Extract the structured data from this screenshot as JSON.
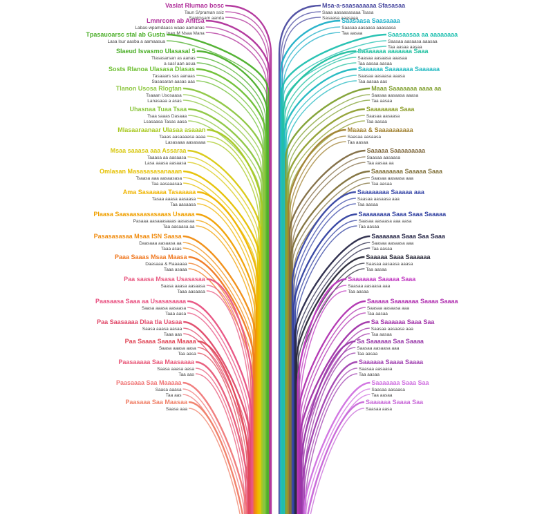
{
  "colors": {
    "background": "#ffffff"
  },
  "left_groups": [
    {
      "color": "#b0309a",
      "label": "Vaslat Rlumao bosc",
      "subs": [
        "Taun S/praman ssiz",
        "Sanimsam aanda"
      ]
    },
    {
      "color": "#b0309a",
      "label": "Lmnrcom ab Anltsa",
      "subs": [
        "Labas-wpamdaass waae aamanas",
        "Ipan M Nsaa Mana"
      ]
    },
    {
      "color": "#4caf2a",
      "label": "Tpasauoarsc stal ab Gusta",
      "subs": [
        "Lasa lsur aasba a aamaasua"
      ]
    },
    {
      "color": "#4caf2a",
      "label": "Slaeud Isvasmo Ulasasal 5",
      "subs": [
        "Tlasasarsan as aanas",
        "a sasl aan asua"
      ]
    },
    {
      "color": "#6cbf30",
      "label": "Sosts Rlanoa Ulasasa Dlasas",
      "subs": [
        "Tasaaars sas aanaas",
        "Sasasaran aasas aas"
      ]
    },
    {
      "color": "#8cc63f",
      "label": "Tlanon Usosa Rlogtan",
      "subs": [
        "Tsaaan Usosaasa",
        "Lanasaaa a asas"
      ]
    },
    {
      "color": "#8cc63f",
      "label": "Uhasnaa Tuaa Tsaa",
      "subs": [
        "Tsaa saaas Dasaaa",
        "Lsasaasa Tasas aasa"
      ]
    },
    {
      "color": "#a8c820",
      "label": "Mlasaaraanaar Ulasaa asaaan",
      "subs": [
        "Taaas aasaaaasa aaaa",
        "Lasasaaa aasasaaa"
      ]
    },
    {
      "color": "#d8c810",
      "label": "Msaa saaasa aaa Assaraa",
      "subs": [
        "Taaasa aa aasaasa",
        "Lasa aaasa aasaasa"
      ]
    },
    {
      "color": "#e6c000",
      "label": "Omlasan Masasasasanaaan",
      "subs": [
        "Tsaasa aaa aasaasasa",
        "Taa aasaaasaa"
      ]
    },
    {
      "color": "#f0b400",
      "label": "Ama Sasaaaaa Tasaaaaa",
      "subs": [
        "Tasaa aaasa aasaasa",
        "Taa aasaasa"
      ]
    },
    {
      "color": "#f0a000",
      "label": "Plaasa Saasaasaasasaaas Usaaaa",
      "subs": [
        "Pasaaa aasaaasaaas aasasaa",
        "Taa aasaasa aa"
      ]
    },
    {
      "color": "#f08c10",
      "label": "Pasasasasaa Msaa ISN Saasa",
      "subs": [
        "Daasaaa aasaasa aa",
        "Taaa asas"
      ]
    },
    {
      "color": "#f07820",
      "label": "Paaa Saaas Msaa Maasa",
      "subs": [
        "Daasaaa & Raaaaaa",
        "Taaa asaaa"
      ]
    },
    {
      "color": "#e85880",
      "label": "Paa saasa Msasa Usasasaa",
      "subs": [
        "Saasa aaasa aasaasa",
        "Taaa aasaasa"
      ]
    },
    {
      "color": "#e85080",
      "label": "Paasaasa Saaa aa Usasasaaaa",
      "subs": [
        "Saasa aaasa aasaasa",
        "Taaa aasa"
      ]
    },
    {
      "color": "#e04868",
      "label": "Paa Saasaaaa Dlaa tla Uasaa",
      "subs": [
        "Saasa aaasa aasaa",
        "Taaa aas"
      ]
    },
    {
      "color": "#e04858",
      "label": "Paa Saaaa Saaaa Maaaa",
      "subs": [
        "Saasa aaasa aasa",
        "Taa aasa"
      ]
    },
    {
      "color": "#e85878",
      "label": "Paasaaaaa Saa Maasaaaa",
      "subs": [
        "Saasa aaasa aasa",
        "Taa aas"
      ]
    },
    {
      "color": "#f07878",
      "label": "Paasaaaa Saa Maaaaa",
      "subs": [
        "Saasa aaasa",
        "Taa aas"
      ]
    },
    {
      "color": "#f08068",
      "label": "Paasaaa Saa Maasaa",
      "subs": [
        "Saasa aaa"
      ]
    }
  ],
  "right_groups": [
    {
      "color": "#4a4aa0",
      "label": "Msa-a-saasaaaaaa Sfasasaa",
      "subs": [
        "Saaa aasaasasaaa Tsasa",
        "Sasaasa aaasaaa"
      ]
    },
    {
      "color": "#20b0c8",
      "label": "Saasaasa Saasaaaa",
      "subs": [
        "Saasaa aasaasa aaasaasa",
        "Taa aasaa"
      ]
    },
    {
      "color": "#20c0b0",
      "label": "Saasaasaa aa aaaaaaaa",
      "subs": [
        "Saasaa aasaasa aaasaa",
        "Taa aasaa aasaa"
      ]
    },
    {
      "color": "#20c0a0",
      "label": "Saaaaaaa aaaaaaa Saaa",
      "subs": [
        "Saasaa aasaasa aaasaa",
        "Taa aasaa aasaa"
      ]
    },
    {
      "color": "#20b8c0",
      "label": "Saaaaaa Saaaaaaa Saaaaaa",
      "subs": [
        "Saasaa aasaasa aaasa",
        "Taa aasaa aas"
      ]
    },
    {
      "color": "#80a030",
      "label": "Maaa Saaaaaaa aaaa aa",
      "subs": [
        "Saasaa aasaasa aaasa",
        "Taa aasaa"
      ]
    },
    {
      "color": "#90a030",
      "label": "Saaaaaaaa Saaa",
      "subs": [
        "Saasaa aasaasa",
        "Taa aasaa"
      ]
    },
    {
      "color": "#a08030",
      "label": "Maaaa & Saaaaaaaaaa",
      "subs": [
        "Saasaa aasaasa",
        "Taa aasaa"
      ]
    },
    {
      "color": "#806a40",
      "label": "Saaaaa Saaaaaaaaa",
      "subs": [
        "Saasaa aasaasa",
        "Taa aasaa aa"
      ]
    },
    {
      "color": "#80703a",
      "label": "Saaaaaaaa Saaaaa Saaa",
      "subs": [
        "Saasaa aasaasa aaa",
        "Taa aasaa"
      ]
    },
    {
      "color": "#3848a8",
      "label": "Saaaaaaaa Saaaaa aaa",
      "subs": [
        "Saasaa aasaasa aaa",
        "Taa aasaa"
      ]
    },
    {
      "color": "#3040a0",
      "label": "Saaaaaaaa Saaa Saaa Saaaaa",
      "subs": [
        "Saasaa aasaasa aaa aasa",
        "Taa aasaa"
      ]
    },
    {
      "color": "#282848",
      "label": "Saaaaaaa Saaa Saa Saaa",
      "subs": [
        "Saasaa aasaasa aaa",
        "Taa aasaa"
      ]
    },
    {
      "color": "#282838",
      "label": "Saaaaa Saaa Saaaaaa",
      "subs": [
        "Saasaa aasaasa aaasa",
        "Taa aasaa"
      ]
    },
    {
      "color": "#c038c0",
      "label": "Saaaaaaa Saaaaa Saaa",
      "subs": [
        "Saasaa aasaasa aaa",
        "Taa aasaa"
      ]
    },
    {
      "color": "#b030b0",
      "label": "Saaaaa Saaaaaaa Saaaa Saaaa",
      "subs": [
        "Saasaa aasaasa aaa",
        "Taa aasaa"
      ]
    },
    {
      "color": "#a030a8",
      "label": "Sa Saaaaaa Saaa Saa",
      "subs": [
        "Saasaa aasaasa aaa",
        "Taa aasaa"
      ]
    },
    {
      "color": "#9838a8",
      "label": "Sa Saaaaaa Saa Saaaa",
      "subs": [
        "Saasaa aasaasa aaa",
        "Taa aasaa"
      ]
    },
    {
      "color": "#a040b0",
      "label": "Saaaaaa Saaaa Saaaa",
      "subs": [
        "Saasaa aasaasa",
        "Taa aasaa"
      ]
    },
    {
      "color": "#d070e0",
      "label": "Saaaaaaa Saaa Saa",
      "subs": [
        "Saasaa aasaasa",
        "Taa aasaa"
      ]
    },
    {
      "color": "#c868d8",
      "label": "Saaaaaa Saaaa Saa",
      "subs": [
        "Saasaa aasa"
      ]
    }
  ]
}
